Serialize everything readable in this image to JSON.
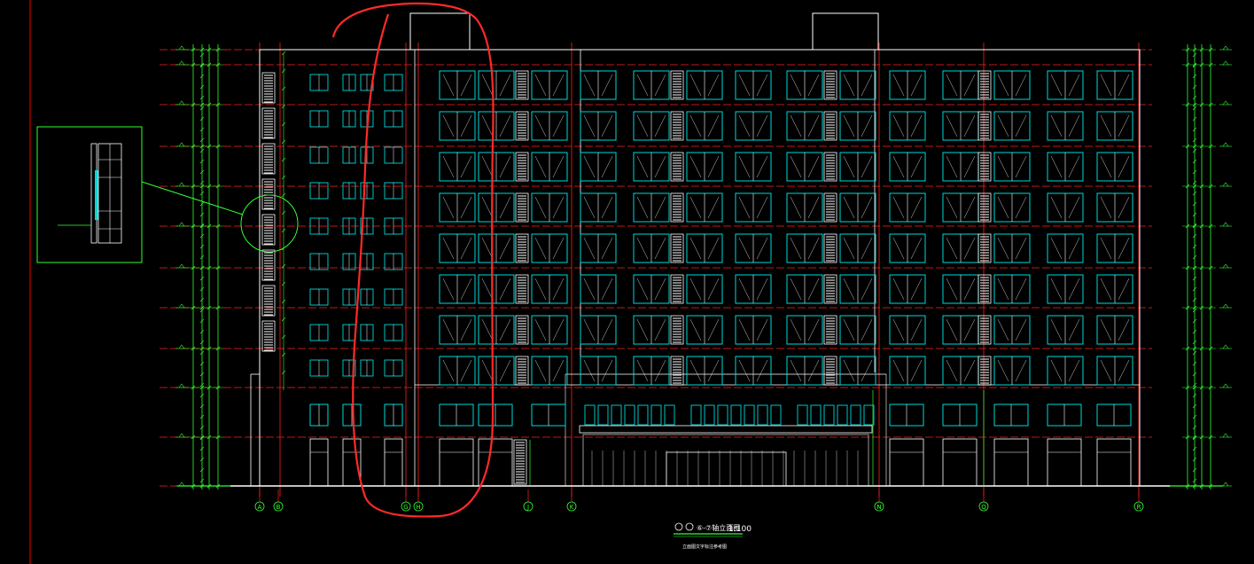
{
  "drawing": {
    "title": "⑥-⑦轴立面图",
    "scale": "1:100",
    "subtitle": "立面图文字标注参考图"
  },
  "axes": {
    "bottom": [
      "A",
      "B",
      "G",
      "H",
      "J",
      "K",
      "N",
      "Q",
      "R"
    ]
  },
  "colors": {
    "background": "#000000",
    "wall": "#ffffff",
    "window": "#00d8d8",
    "axis": "#ff2020",
    "dimension": "#33ff33",
    "markup": "#ff2a2a",
    "border": "#cc0000"
  }
}
